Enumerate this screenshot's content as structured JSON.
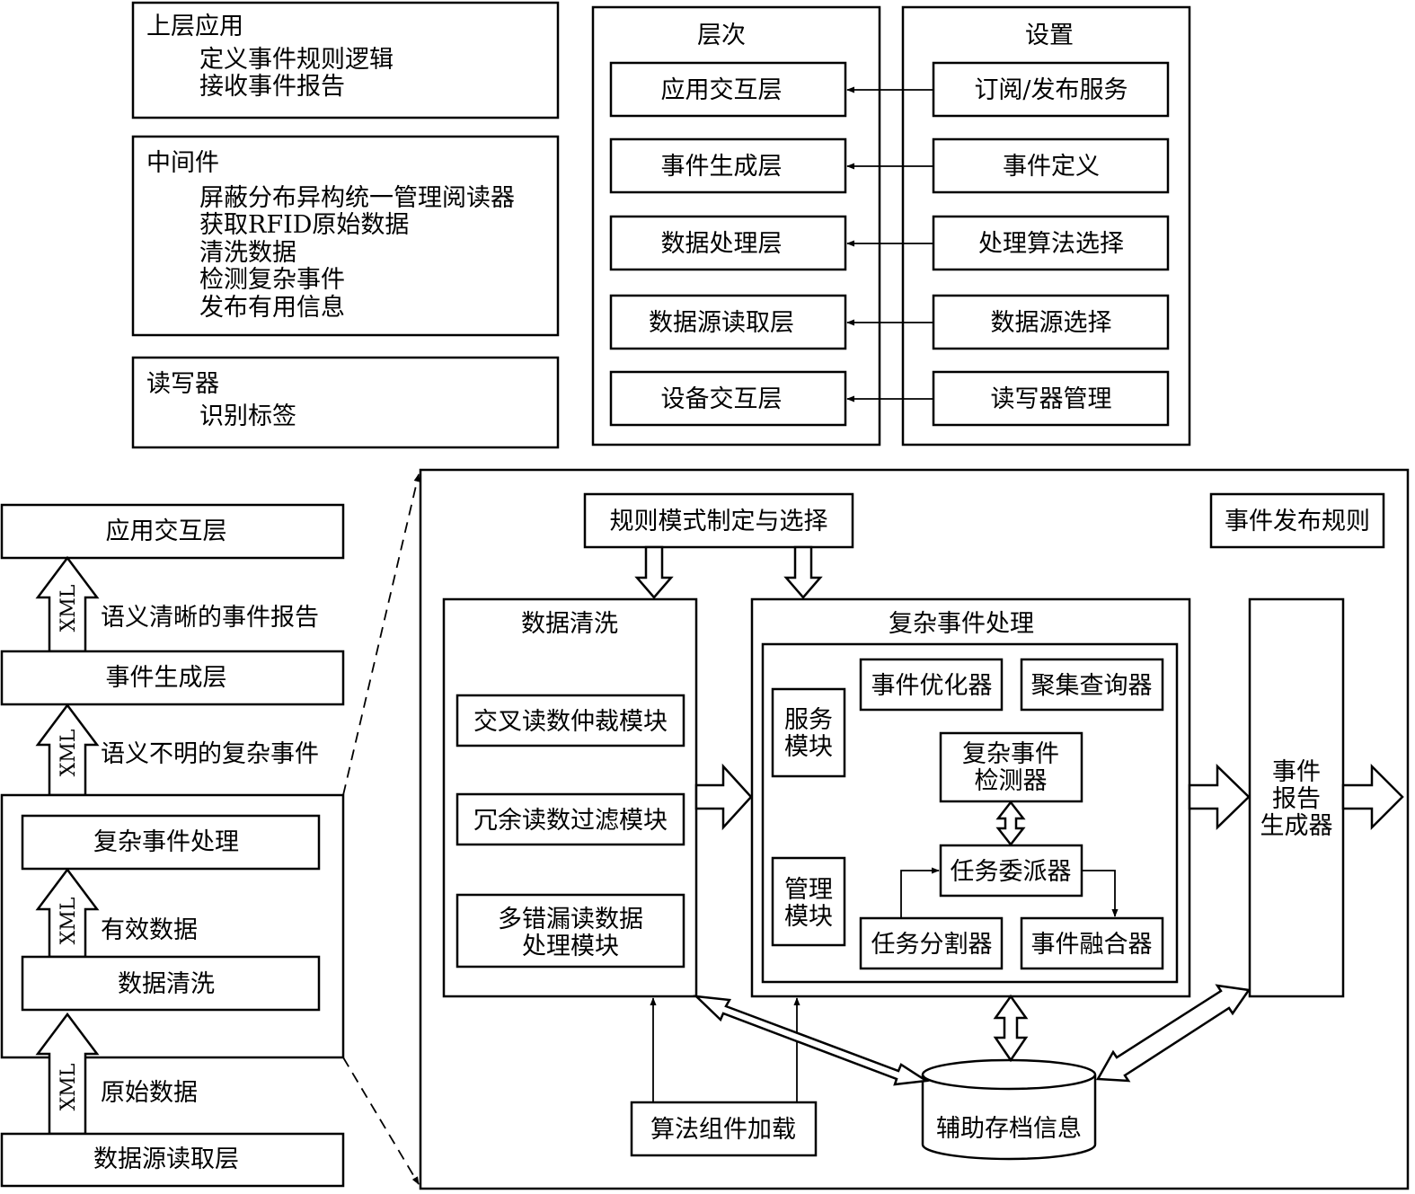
{
  "overview": {
    "upper_app": {
      "title": "上层应用",
      "items": [
        "定义事件规则逻辑",
        "接收事件报告"
      ]
    },
    "middleware": {
      "title": "中间件",
      "items": [
        "屏蔽分布异构统一管理阅读器",
        "获取RFID原始数据",
        "清洗数据",
        "检测复杂事件",
        "发布有用信息"
      ]
    },
    "reader": {
      "title": "读写器",
      "items": [
        "识别标签"
      ]
    }
  },
  "layers": {
    "title": "层次",
    "items": [
      "应用交互层",
      "事件生成层",
      "数据处理层",
      "数据源读取层",
      "设备交互层"
    ]
  },
  "settings": {
    "title": "设置",
    "items": [
      "订阅/发布服务",
      "事件定义",
      "处理算法选择",
      "数据源选择",
      "读写器管理"
    ]
  },
  "stack": {
    "app_layer": "应用交互层",
    "event_layer": "事件生成层",
    "complex": "复杂事件处理",
    "cleaning": "数据清洗",
    "source_layer": "数据源读取层",
    "xml": "XML",
    "labels": [
      "语义清晰的事件报告",
      "语义不明的复杂事件",
      "有效数据",
      "原始数据"
    ]
  },
  "detail": {
    "rule_mode": "规则模式制定与选择",
    "publish_rule": "事件发布规则",
    "cleaning_title": "数据清洗",
    "cleaning_modules": [
      "交叉读数仲裁模块",
      "冗余读数过滤模块"
    ],
    "multi_error": [
      "多错漏读数据",
      "处理模块"
    ],
    "cep_title": "复杂事件处理",
    "service_module": [
      "服务",
      "模块"
    ],
    "manage_module": [
      "管理",
      "模块"
    ],
    "event_optimizer": "事件优化器",
    "aggregate_query": "聚集查询器",
    "cep_detector": [
      "复杂事件",
      "检测器"
    ],
    "task_dispatcher": "任务委派器",
    "task_splitter": "任务分割器",
    "event_fusion": "事件融合器",
    "report_generator": [
      "事件",
      "报告",
      "生成器"
    ],
    "algo_loading": "算法组件加载",
    "aux_storage": "辅助存档信息"
  }
}
